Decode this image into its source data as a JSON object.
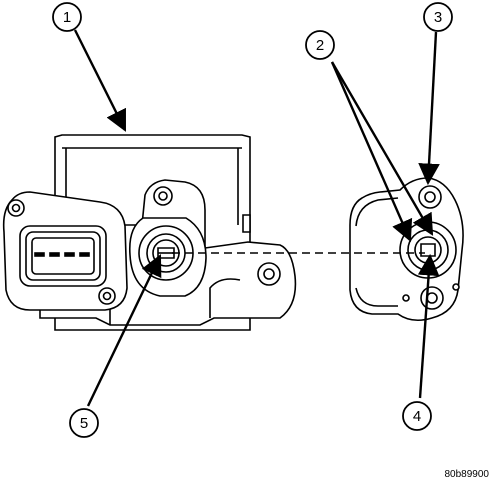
{
  "callouts": [
    "1",
    "2",
    "3",
    "4",
    "5"
  ],
  "figure_id": "80b89900"
}
